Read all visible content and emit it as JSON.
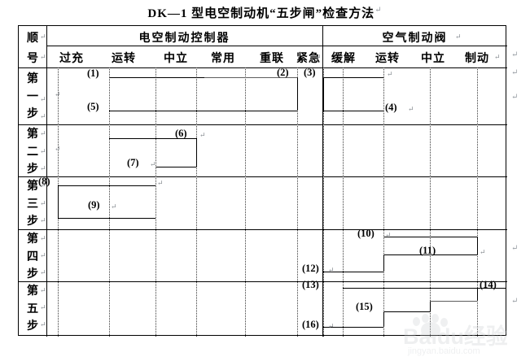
{
  "title": "DK—1 型电空制动机“五步闸”检查方法",
  "pilcrow": "↵",
  "table": {
    "row_header": {
      "line1": "顺",
      "line2": "号"
    },
    "groups": [
      {
        "name": "电空制动控制器"
      },
      {
        "name": "空气制动阀"
      }
    ],
    "columns_left": [
      "过充",
      "运转",
      "中立",
      "常用",
      "重联",
      "紧急"
    ],
    "columns_right": [
      "缓解",
      "运转",
      "中立",
      "制动"
    ],
    "steps": [
      {
        "chars": [
          "第",
          "一",
          "步"
        ]
      },
      {
        "chars": [
          "第",
          "二",
          "步"
        ]
      },
      {
        "chars": [
          "第",
          "三",
          "步"
        ]
      },
      {
        "chars": [
          "第",
          "四",
          "步"
        ]
      },
      {
        "chars": [
          "第",
          "五",
          "步"
        ]
      }
    ]
  },
  "callouts": {
    "c1": "(1)",
    "c2": "(2)",
    "c3": "(3)",
    "c4": "(4)",
    "c5": "(5)",
    "c6": "(6)",
    "c7": "(7)",
    "c8": "(8)",
    "c9": "(9)",
    "c10": "(10)",
    "c11": "(11)",
    "c12": "(12)",
    "c13": "(13)",
    "c14": "(14)",
    "c15": "(15)",
    "c16": "(16)"
  },
  "watermark": {
    "brand": "Baidu",
    "brand_cn": "经验",
    "url": "jingyan.baidu.com"
  },
  "colors": {
    "ink": "#000000",
    "grid_dotted": "#3b3b3b",
    "trace_gray": "#5e5e5e",
    "mark_gray": "#8a8f94",
    "watermark": "#c9ccd0",
    "background": "#ffffff"
  }
}
